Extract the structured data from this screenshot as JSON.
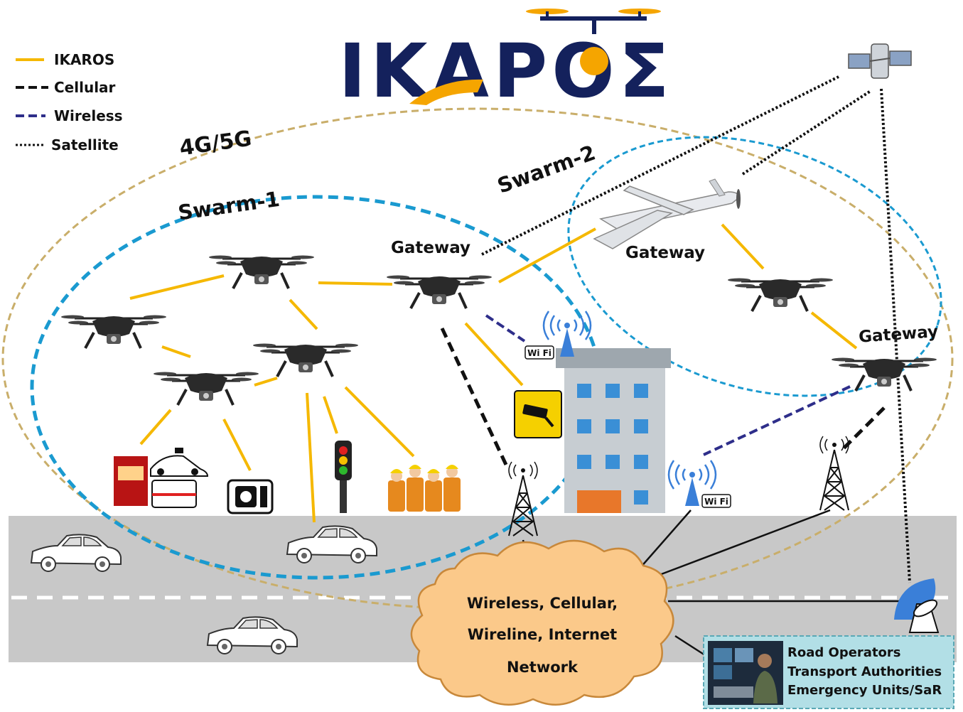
{
  "logo": {
    "text": "IKAPOΣ",
    "brand_color": "#14215c",
    "accent_color": "#f5a500"
  },
  "legend": [
    {
      "label": "IKAROS",
      "style": "solid",
      "color": "#f5b800"
    },
    {
      "label": "Cellular",
      "style": "dashed",
      "color": "#111111"
    },
    {
      "label": "Wireless",
      "style": "dashed",
      "color": "#2e2e8a"
    },
    {
      "label": "Satellite",
      "style": "dotted",
      "color": "#111111"
    }
  ],
  "labels": {
    "network_4g5g": "4G/5G",
    "swarm1": "Swarm-1",
    "swarm2": "Swarm-2",
    "gateway_swarm1": "Gateway",
    "gateway_plane": "Gateway",
    "gateway_swarm2": "Gateway"
  },
  "cloud": {
    "line1": "Wireless, Cellular,",
    "line2": "Wireline, Internet",
    "line3": "Network",
    "fill": "#fbc98a"
  },
  "operations": {
    "line1": "Road Operators",
    "line2": "Transport Authorities",
    "line3": "Emergency Units/SaR"
  },
  "badges": {
    "wifi": "Wi Fi"
  },
  "icons": [
    "satellite-icon",
    "drone-icon",
    "fixed-wing-uav-icon",
    "building-icon",
    "cell-tower-icon",
    "wifi-antenna-icon",
    "cctv-sign-icon",
    "traffic-light-icon",
    "speed-camera-icon",
    "emergency-vehicles-icon",
    "workers-icon",
    "car-icon",
    "satellite-dish-icon"
  ],
  "colors": {
    "ikaros_link": "#f5b800",
    "swarm1_border": "#1a9ad0",
    "swarm2_border": "#1a9ad0",
    "coverage_4g5g": "#c9ae6a",
    "road": "#c8c8c8"
  }
}
